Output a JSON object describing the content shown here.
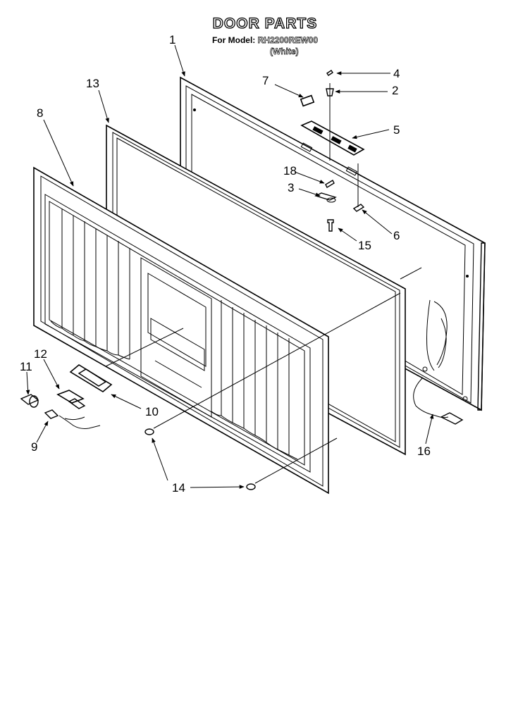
{
  "diagram": {
    "title": "DOOR PARTS",
    "model_prefix": "For Model:",
    "model": "RH2200REW00",
    "color": "(White)"
  },
  "callouts": {
    "c1": "1",
    "c2": "2",
    "c3": "3",
    "c4": "4",
    "c5": "5",
    "c6": "6",
    "c7": "7",
    "c8": "8",
    "c9": "9",
    "c10": "10",
    "c11": "11",
    "c12": "12",
    "c13": "13",
    "c14": "14",
    "c14b": "14",
    "c15": "15",
    "c16": "16",
    "c18": "18"
  }
}
